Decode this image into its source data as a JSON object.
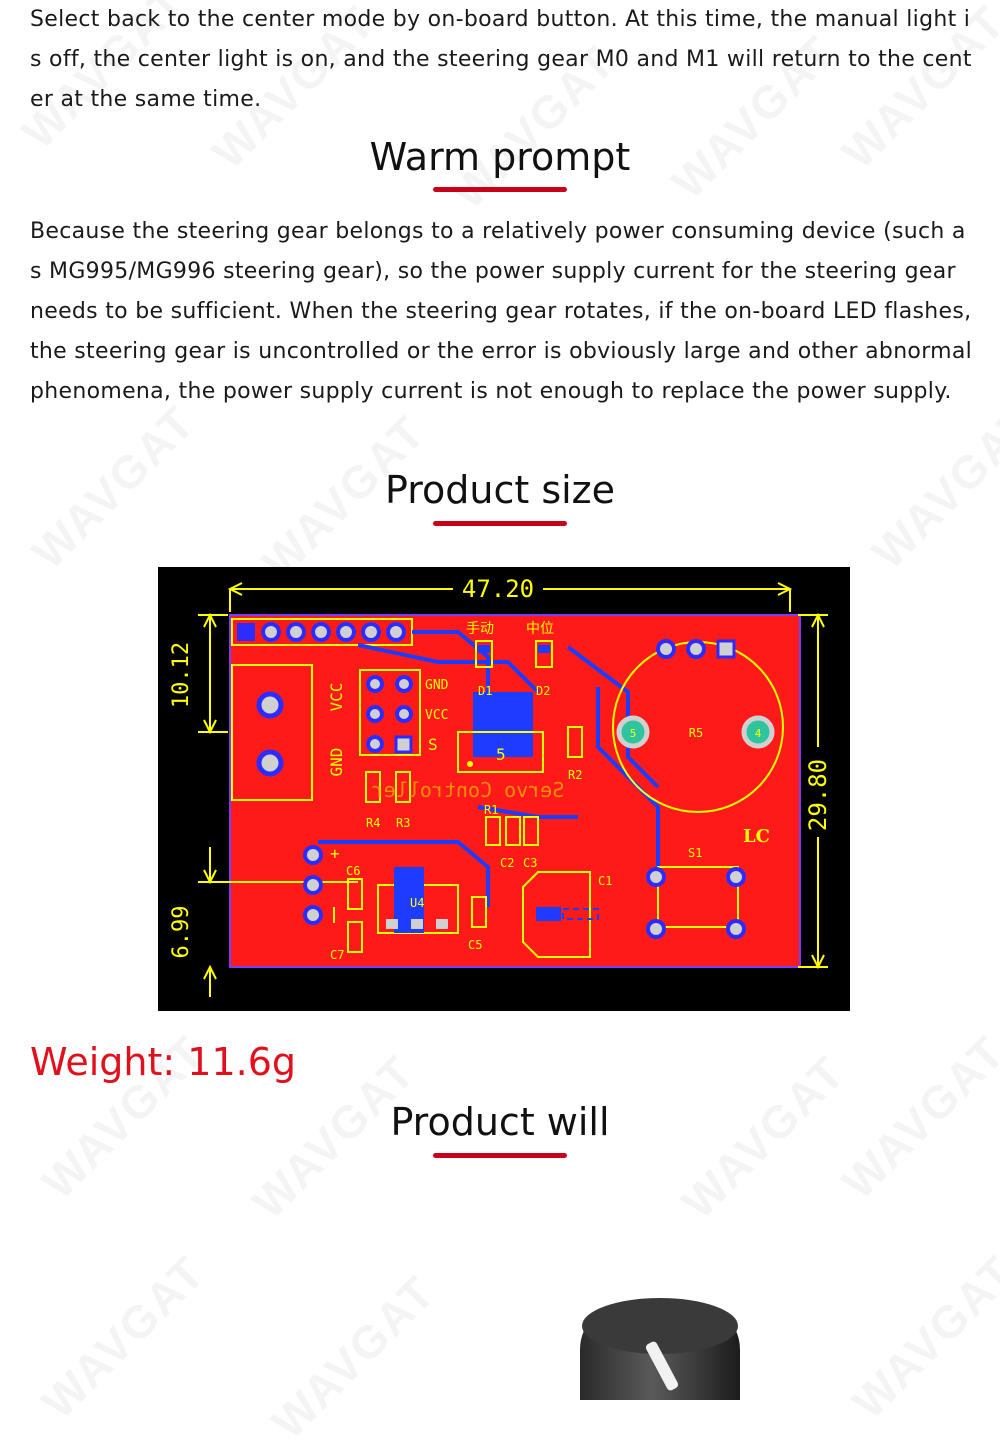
{
  "watermark": "WAVGAT",
  "intro_text": "Select back to the center mode by on-board button. At this time, the manual light is off, the center light is on, and the steering gear M0 and M1 will return to the center at the same time.",
  "sections": {
    "warm_prompt": {
      "title": "Warm prompt",
      "body": "Because the steering gear belongs to a relatively power consuming device (such as MG995/MG996 steering gear), so the power supply current for the steering gear needs to be sufficient. When the steering gear rotates, if the on-board LED flashes, the steering gear is uncontrolled or the error is obviously large and other abnormal phenomena, the power supply current is not enough to replace the power supply."
    },
    "product_size": {
      "title": "Product size",
      "weight": "Weight: 11.6g"
    },
    "product_will": {
      "title": "Product will"
    }
  },
  "pcb": {
    "dim_width": "47.20",
    "dim_height": "29.80",
    "dim_top_left": "10.12",
    "dim_bottom_left": "6.99",
    "label_manual": "手动",
    "label_center": "中位",
    "label_vcc_vertical": "VCC",
    "label_gnd_vertical": "GND",
    "label_gnd": "GND",
    "label_vcc": "VCC",
    "label_s": "S",
    "label_d1": "D1",
    "label_d2": "D2",
    "label_r1": "R1",
    "label_r2": "R2",
    "label_r3": "R3",
    "label_r4": "R4",
    "label_r5": "R5",
    "label_c1": "C1",
    "label_c2": "C2",
    "label_c3": "C3",
    "label_c5": "C5",
    "label_c6": "C6",
    "label_c7": "C7",
    "label_u4": "U4",
    "label_u5": "5",
    "label_s1": "S1",
    "label_lc": "LC",
    "label_pot_5": "5",
    "label_pot_4": "4",
    "label_plus": "+",
    "label_mirrored": "Servo Controller",
    "colors": {
      "board_bg": "#000000",
      "copper_red": "#ff1a1a",
      "silkscreen": "#ffff00",
      "trace_blue": "#1c3cff",
      "dimension": "#ffff00"
    }
  }
}
